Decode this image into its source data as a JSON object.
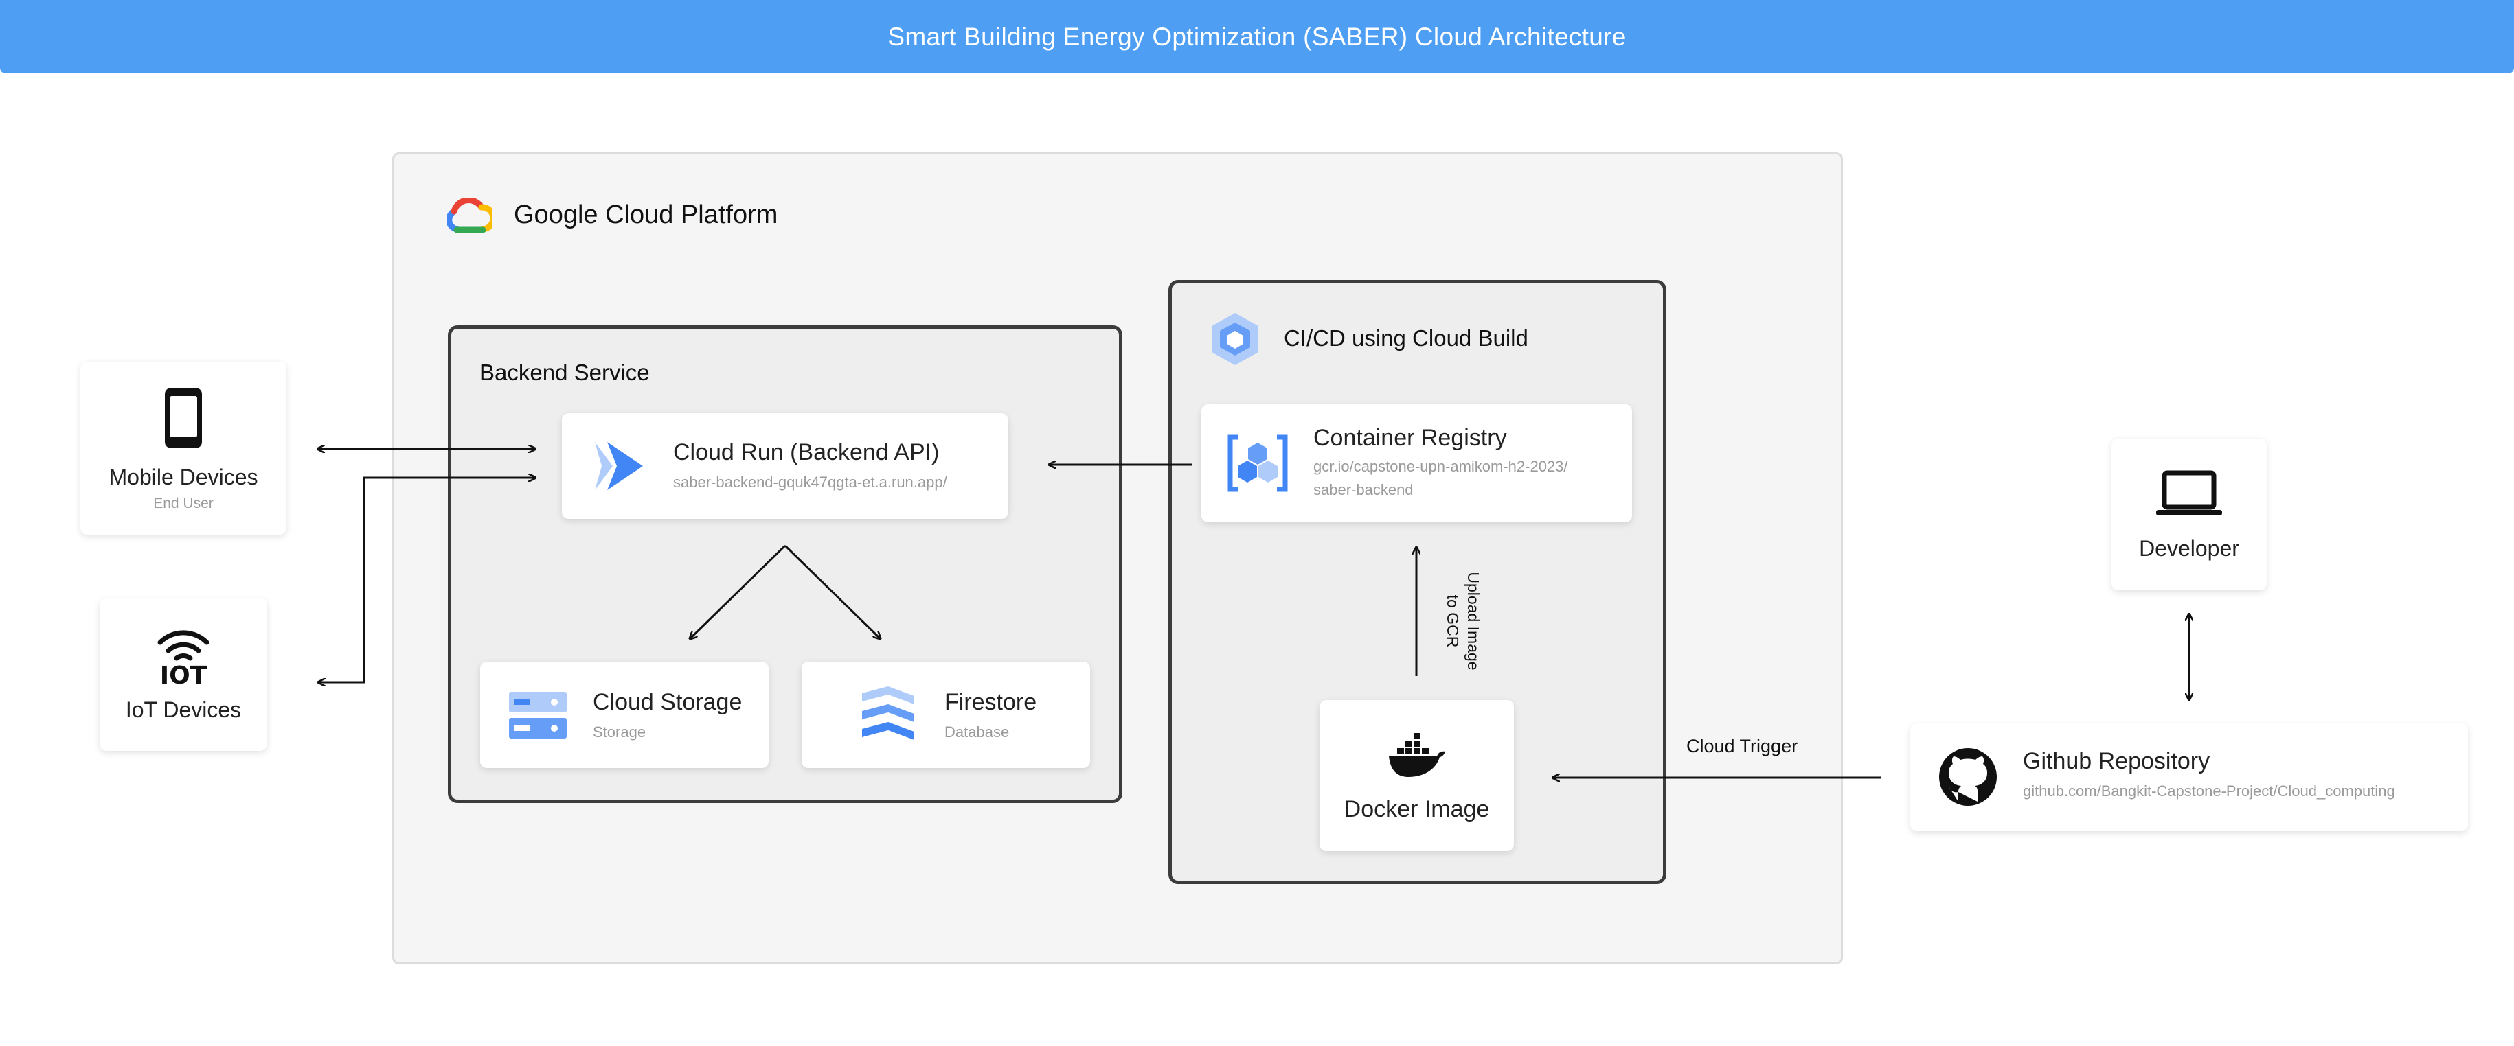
{
  "header": {
    "title": "Smart Building Energy Optimization (SABER) Cloud Architecture"
  },
  "gcp": {
    "title": "Google Cloud Platform",
    "icon": "google-cloud-logo"
  },
  "backend_service": {
    "label": "Backend Service",
    "cloud_run": {
      "title": "Cloud Run (Backend API)",
      "subtitle": "saber-backend-gquk47qgta-et.a.run.app/",
      "icon": "cloud-run-icon"
    },
    "cloud_storage": {
      "title": "Cloud Storage",
      "subtitle": "Storage",
      "icon": "cloud-storage-icon"
    },
    "firestore": {
      "title": "Firestore",
      "subtitle": "Database",
      "icon": "firestore-icon"
    }
  },
  "cicd": {
    "label": "CI/CD using Cloud Build",
    "container_registry": {
      "title": "Container Registry",
      "subtitle_line1": "gcr.io/capstone-upn-amikom-h2-2023/",
      "subtitle_line2": "saber-backend",
      "icon": "container-registry-icon"
    },
    "docker": {
      "title": "Docker Image",
      "icon": "docker-icon"
    },
    "upload_label_line1": "Upload Image",
    "upload_label_line2": "to GCR"
  },
  "clients": {
    "mobile": {
      "title": "Mobile Devices",
      "subtitle": "End User",
      "icon": "smartphone-icon"
    },
    "iot": {
      "title": "IoT Devices",
      "icon": "iot-icon"
    }
  },
  "developer": {
    "title": "Developer",
    "icon": "laptop-icon"
  },
  "github": {
    "title": "Github Repository",
    "subtitle": "github.com/Bangkit-Capstone-Project/Cloud_computing",
    "icon": "github-icon"
  },
  "cloud_trigger_label": "Cloud Trigger",
  "colors": {
    "header": "#4e9ff3",
    "gcp_blue": "#4285f4",
    "gcp_light_blue": "#aecbfa",
    "container_border": "#3c3c3c"
  }
}
